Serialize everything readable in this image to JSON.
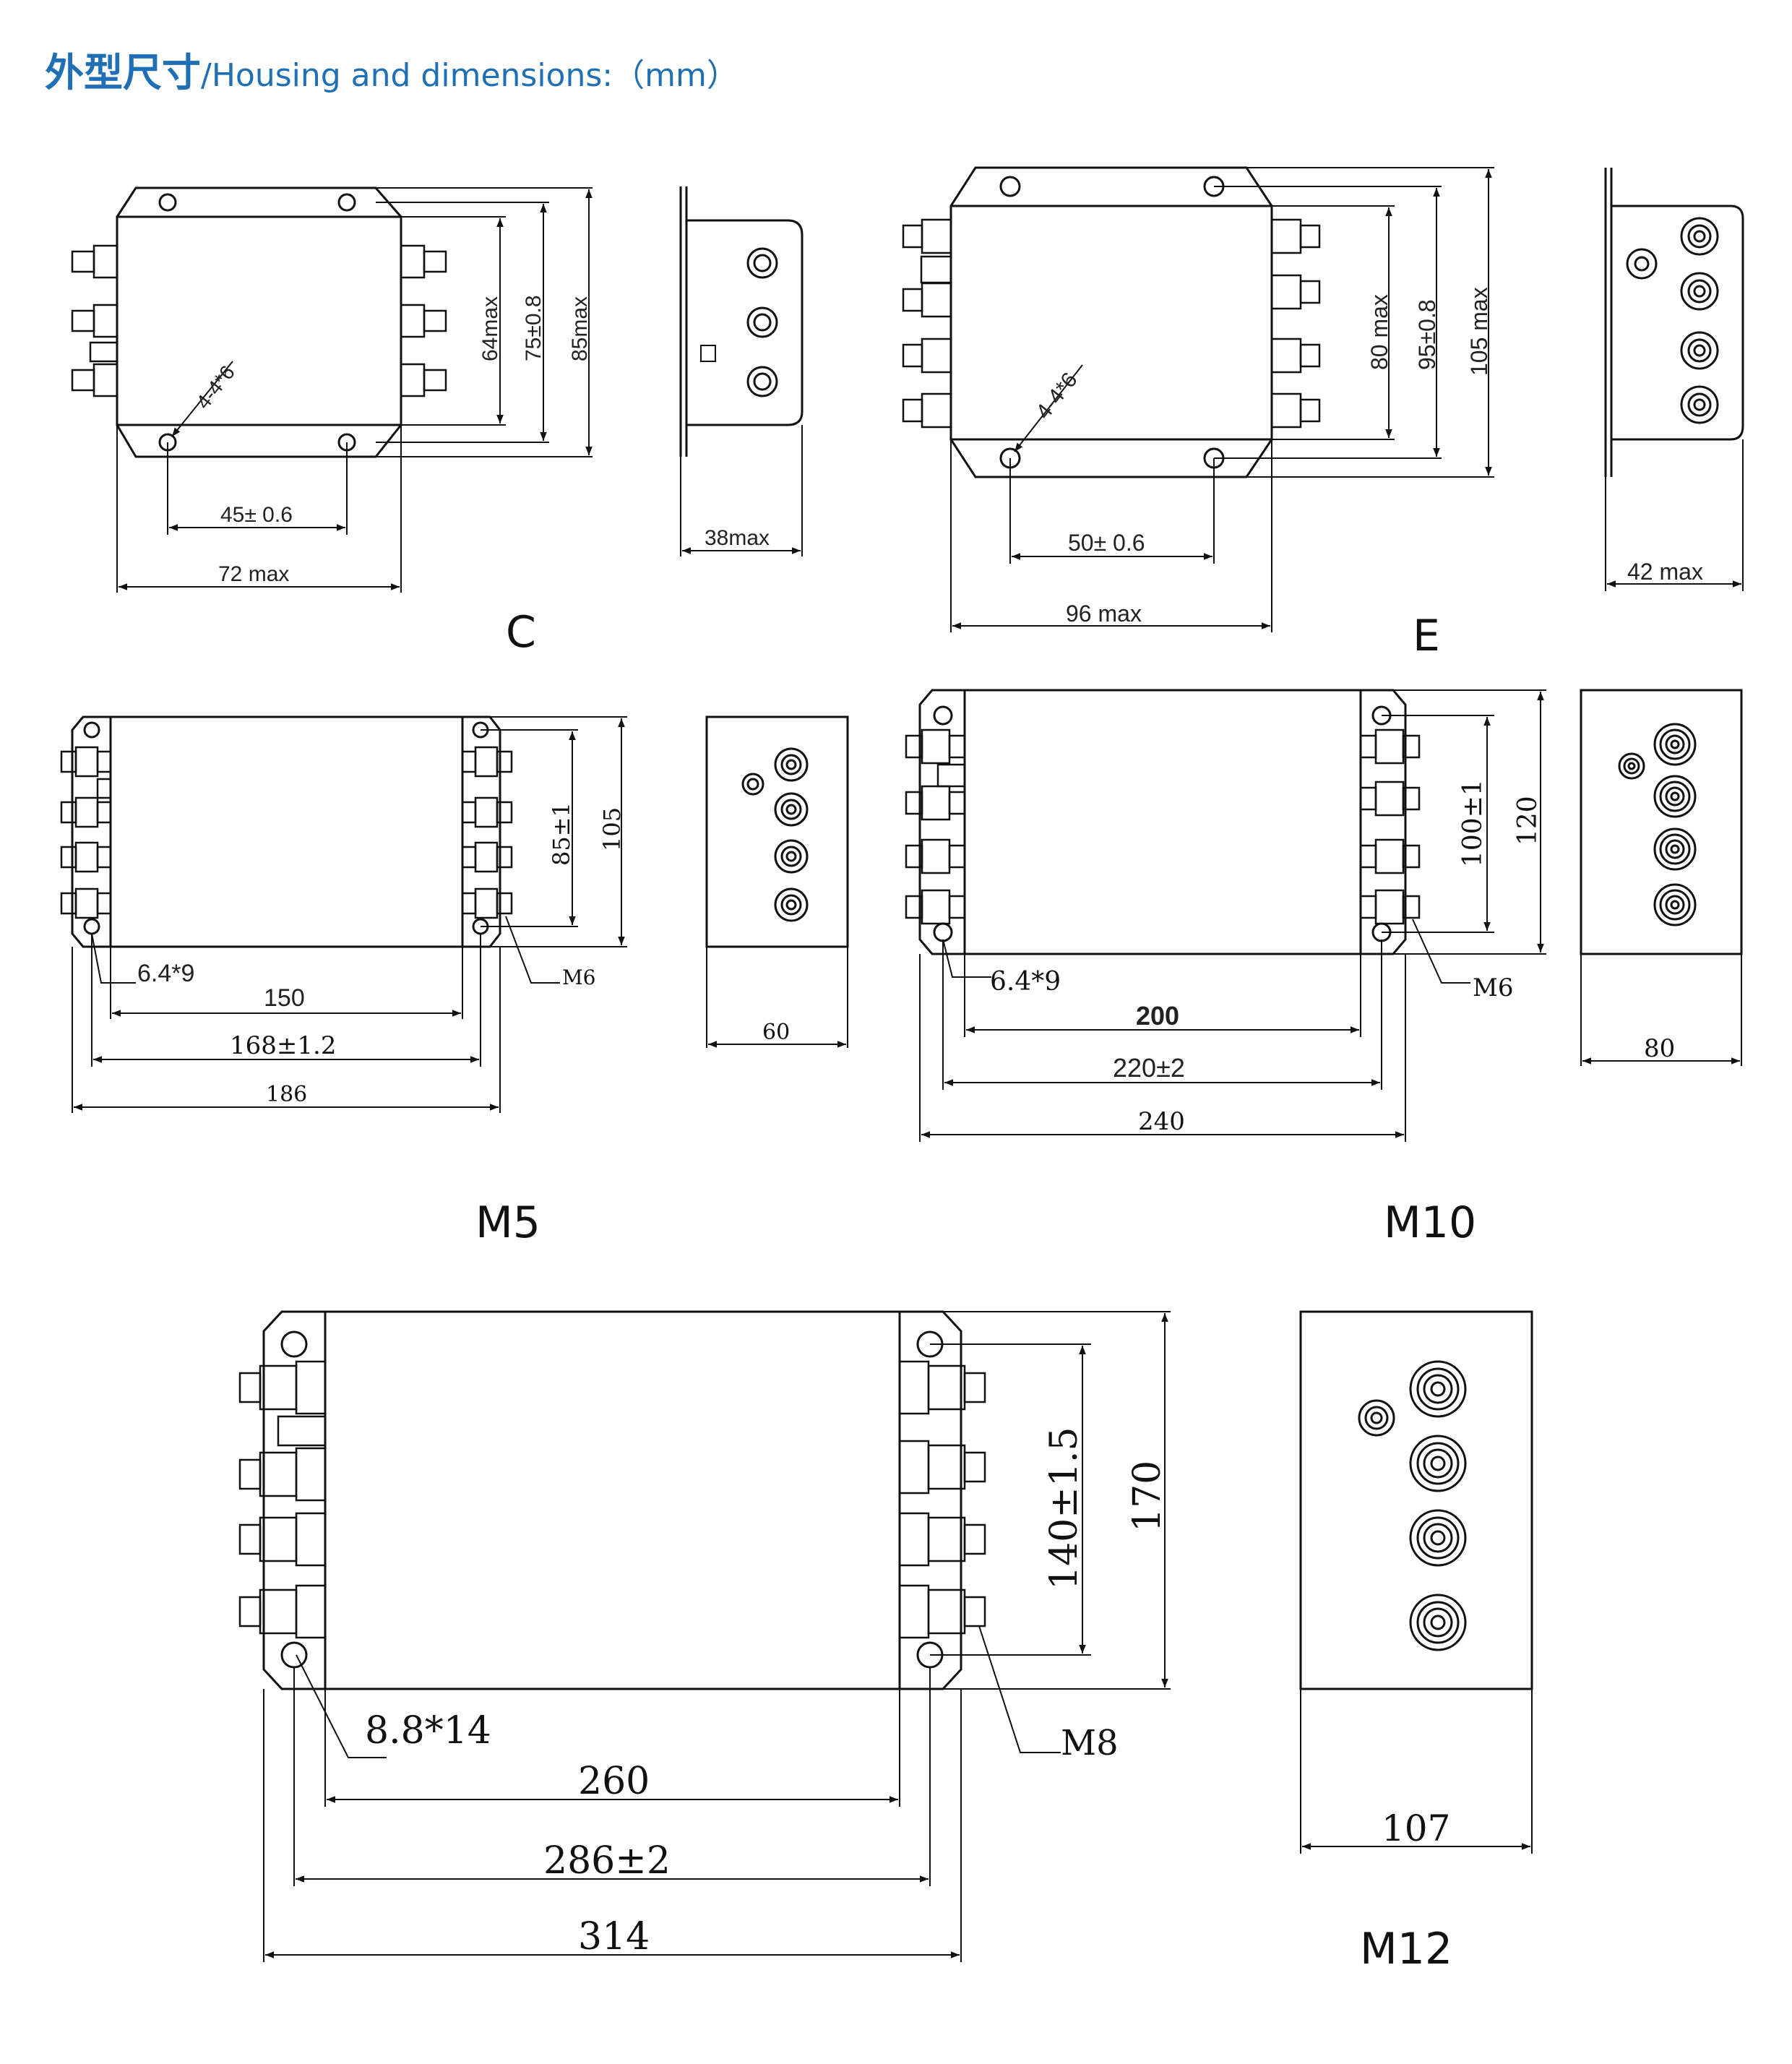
{
  "title": {
    "cn": "外型尺寸",
    "en": "/Housing and dimensions:（mm）"
  },
  "colors": {
    "title": "#1f6fb5",
    "line": "#111111"
  },
  "drawings": {
    "C": {
      "label": "C",
      "hole": "4-4*6",
      "height_inner": "64max",
      "height_mount": "75±0.8",
      "height_total": "85max",
      "hole_pitch": "45± 0.6",
      "width_total": "72 max",
      "depth": "38max"
    },
    "E": {
      "label": "E",
      "hole": "4-4*6",
      "height_inner": "80 max",
      "height_mount": "95±0.8",
      "height_total": "105 max",
      "hole_pitch": "50± 0.6",
      "width_total": "96 max",
      "depth": "42 max"
    },
    "M5": {
      "label": "M5",
      "hole": "6.4*9",
      "screw": "M6",
      "height_mount": "85±1",
      "height_total": "105",
      "hole_pitch": "150",
      "width_mount": "168±1.2",
      "width_total": "186",
      "depth": "60"
    },
    "M10": {
      "label": "M10",
      "hole": "6.4*9",
      "screw": "M6",
      "height_mount": "100±1",
      "height_total": "120",
      "hole_pitch": "200",
      "width_mount": "220±2",
      "width_total": "240",
      "depth": "80"
    },
    "M12": {
      "label": "M12",
      "hole": "8.8*14",
      "screw": "M8",
      "height_mount": "140±1.5",
      "height_total": "170",
      "hole_pitch": "260",
      "width_mount": "286±2",
      "width_total": "314",
      "depth": "107"
    }
  }
}
